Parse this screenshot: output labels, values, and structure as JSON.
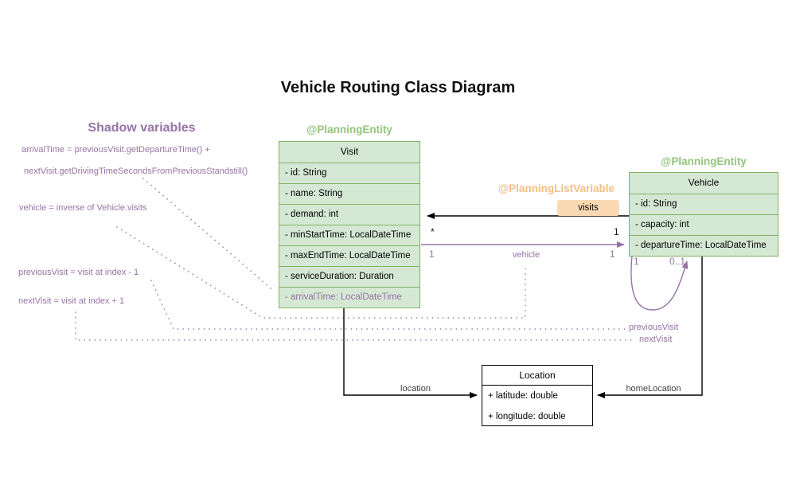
{
  "title": "Vehicle Routing Class Diagram",
  "colors": {
    "purple_accent": "#9673A6",
    "green_border": "#82B366",
    "green_fill": "#D5E8D4",
    "green_annotation_text": "#93C47D",
    "orange_annotation_text": "#F6BE83",
    "orange_badge_fill": "#FAD9B3",
    "connector_black": "#000000"
  },
  "shadow_panel": {
    "heading": "Shadow variables",
    "arrival_formula_line1": "arrivalTime = previousVisit.getDepartureTime() +",
    "arrival_formula_line2": "nextVisit.getDrivingTimeSecondsFromPreviousStandstill()",
    "vehicle_formula": "vehicle = inverse of Vehicle.visits",
    "previous_visit_formula": "previousVisit = visit at index - 1",
    "next_visit_formula": "nextVisit = visit at index + 1"
  },
  "visit_class": {
    "annotation": "@PlanningEntity",
    "name": "Visit",
    "attributes": [
      "- id: String",
      "- name: String",
      "- demand: int",
      "- minStartTime: LocalDateTime",
      "- maxEndTime: LocalDateTime",
      "- serviceDuration: Duration"
    ],
    "shadow_attribute": "- arrivalTime: LocalDateTime"
  },
  "vehicle_class": {
    "annotation": "@PlanningEntity",
    "name": "Vehicle",
    "attributes": [
      "- id: String",
      "- capacity: int",
      "- departureTime: LocalDateTime"
    ]
  },
  "location_class": {
    "name": "Location",
    "attributes": [
      "+ latitude: double",
      "+ longitude: double"
    ]
  },
  "relationships": {
    "visits": {
      "annotation": "@PlanningListVariable",
      "label": "visits",
      "visit_end_multiplicity": "*",
      "vehicle_end_multiplicity": "1"
    },
    "vehicle_ref": {
      "label": "vehicle",
      "visit_end_multiplicity": "1",
      "vehicle_end_multiplicity": "1"
    },
    "visit_chain": {
      "previous_label": "previousVisit",
      "next_label": "nextVisit",
      "source_multiplicity": "1",
      "target_multiplicity": "0..1"
    },
    "location_ref": {
      "label": "location"
    },
    "home_location_ref": {
      "label": "homeLocation"
    }
  }
}
